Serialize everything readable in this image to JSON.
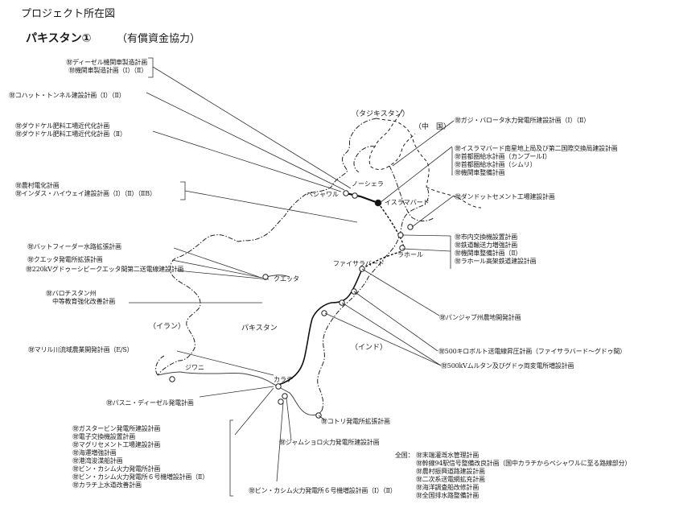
{
  "header": {
    "title": "プロジェクト所在図",
    "subtitle": "パキスタン①",
    "subtitle_type": "（有償資金協力）"
  },
  "countries": {
    "tajikistan": "（タジキスタン）",
    "china": "（中　国）",
    "iran": "（イラン）",
    "pakistan": "パキスタン",
    "india": "（インド）"
  },
  "places": {
    "nowshera": "ノーシェラ",
    "peshawar": "ペシャワル",
    "islamabad": "イスラマバード",
    "lahore": "ラホール",
    "faisalabad": "ファイサラバード",
    "quetta": "クエッタ",
    "jiwani": "ジワニ",
    "karachi": "カラチ"
  },
  "projects": {
    "group_diesel": [
      "㊖ディーゼル機関車製造計画",
      "㊖機関車製造計画（Ⅰ）（Ⅱ）"
    ],
    "kohat": "㊖コハット・トンネル建設計画（Ⅰ）（Ⅱ）",
    "group_dawood": [
      "㊖ダウドケル肥料工場近代化計画",
      "㊖ダウドケル肥料工場近代化計画（Ⅱ）"
    ],
    "group_rural": [
      "㊖農村電化計画",
      "㊖インダス・ハイウェイ建設計画（Ⅰ）（Ⅱ）（ⅡB）"
    ],
    "battfeeder": "㊖バットフィーダー水路拡張計画",
    "quetta_power": "㊖クエッタ発電所拡張計画",
    "kv220": "㊖220kVグドゥーシビークエッタ間第二送電線建設計画",
    "balochistan": [
      "㊖バロチスタン州",
      "中等教育強化改善計画"
    ],
    "mirani": "㊖マリル川流域農業開発計画（E/S）",
    "pasni": "㊖パスニ・ディーゼル発電計画",
    "group_karachi": [
      "㊖ガスタービン発電所建設計画",
      "㊖電子交換機設置計画",
      "㊖マグリセメント工場建設計画",
      "㊖海運増強計画",
      "㊖港湾浚渫船計画",
      "㊖ビン・カシム火力発電所計画",
      "㊖ビン・カシム火力発電所６号機増設計画（Ⅱ）",
      "㊖カラチ上水道改善計画"
    ],
    "jamshoro": "㊖ジャムショロ火力発電所建設計画",
    "binqasim6": "㊖ビン・カシム火力発電所６号機増設計画（Ⅰ）（Ⅱ）",
    "kotri": "㊖コトリ発電所拡張計画",
    "ghazi": "㊖ガジ・バロータ水力発電所建設計画（Ⅰ）（Ⅱ）",
    "group_islamabad": [
      "㊖イスラマバード南星地上局及び第二国際交換局建設計画",
      "㊖首都圏給水計画（カンプールⅠ）",
      "㊖首都圏給水計画（シムリ）",
      "㊖機関車整備計画"
    ],
    "dandot": "㊖ダンドットセメント工場建設計画",
    "group_lahore": [
      "㊖市内交換機設置計画",
      "㊖鉄道輸送力増強計画",
      "㊖機関車整備計画（Ⅱ）",
      "㊖ラホール高架鉄道建設計画"
    ],
    "punjab": "㊖パンジャブ州農地開発計画",
    "kv500_line": "㊖500キロボルト送電線昇圧計画（ファイサラバード～グドゥ間）",
    "kv500_sub": "㊖500kVムルタン及びグドゥ両変電所増設計画",
    "nationwide_label": "全国：",
    "group_nationwide": [
      "㊖末端灌漑水管理計画",
      "㊖幹線94駅信号整備改良計画（国中カラチからペシャワルに至る路線部分）",
      "㊖農村振興道路建設計画",
      "㊖二次系送電網拡充計画",
      "㊖海洋調査船改修計画",
      "㊖全国排水路整備計画"
    ]
  }
}
